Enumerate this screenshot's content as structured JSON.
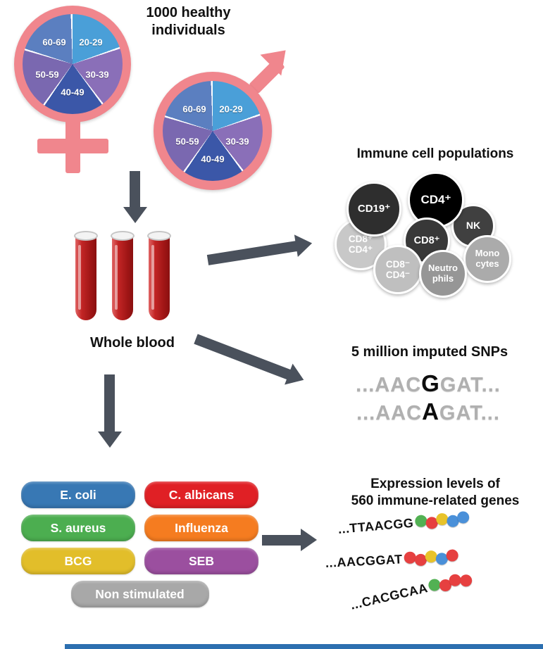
{
  "figure": {
    "cohort": {
      "title": "1000 healthy\nindividuals",
      "age_groups": [
        {
          "label": "20-29",
          "color": "#4A9FD8"
        },
        {
          "label": "30-39",
          "color": "#8A6FB8"
        },
        {
          "label": "40-49",
          "color": "#3B57A8"
        },
        {
          "label": "50-59",
          "color": "#7A68B0"
        },
        {
          "label": "60-69",
          "color": "#5B7FC0"
        }
      ],
      "symbol_color": "#F0868D"
    },
    "blood": {
      "label": "Whole blood",
      "tube_color": "#B01B1B"
    },
    "immune": {
      "title": "Immune cell populations",
      "cells": [
        {
          "label": "CD8⁺\nCD4⁺",
          "color": "#C8C8C8"
        },
        {
          "label": "CD19⁺",
          "color": "#2E2E2E"
        },
        {
          "label": "NK",
          "color": "#404040"
        },
        {
          "label": "Mono\ncytes",
          "color": "#ABABAB"
        },
        {
          "label": "CD4⁺",
          "color": "#000000"
        },
        {
          "label": "CD8⁺",
          "color": "#383838"
        },
        {
          "label": "CD8⁻\nCD4⁻",
          "color": "#BFBFBF"
        },
        {
          "label": "Neutro\nphils",
          "color": "#969696"
        }
      ]
    },
    "snps": {
      "title": "5 million imputed SNPs",
      "rows": [
        {
          "prefix": "...AAC",
          "variant": "G",
          "suffix": "GAT..."
        },
        {
          "prefix": "...AAC",
          "variant": "A",
          "suffix": "GAT..."
        }
      ]
    },
    "stimuli": {
      "items": [
        {
          "label": "E. coli",
          "color": "#3878B4"
        },
        {
          "label": "C. albicans",
          "color": "#E02025"
        },
        {
          "label": "S. aureus",
          "color": "#4CAE50"
        },
        {
          "label": "Influenza",
          "color": "#F57C20"
        },
        {
          "label": "BCG",
          "color": "#E2BE2A"
        },
        {
          "label": "SEB",
          "color": "#9B4F9F"
        },
        {
          "label": "Non stimulated",
          "color": "#A8A8A8"
        }
      ]
    },
    "expression": {
      "title": "Expression levels of\n560 immune-related genes",
      "rows": [
        {
          "seq": "...TTAACGG",
          "dots": [
            "#52B153",
            "#E64040",
            "#E8C32A",
            "#4A90D9",
            "#4A90D9"
          ]
        },
        {
          "seq": "...AACGGAT",
          "dots": [
            "#E64040",
            "#E64040",
            "#E8C32A",
            "#4A90D9",
            "#E64040"
          ]
        },
        {
          "seq": "...CACGCAA",
          "dots": [
            "#52B153",
            "#E64040",
            "#E64040",
            "#E64040"
          ]
        }
      ]
    },
    "arrow_color": "#4A515C",
    "footer_bar_color": "#2C6FB0"
  }
}
